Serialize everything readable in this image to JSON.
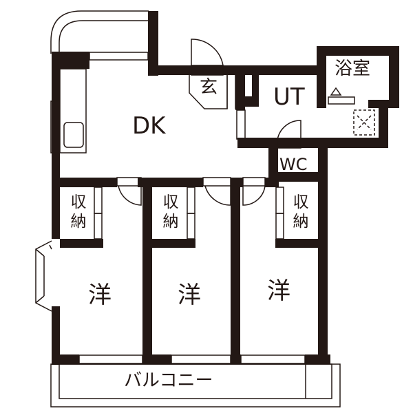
{
  "floor_plan": {
    "wall_color": "#231815",
    "background": "#ffffff",
    "rooms": [
      {
        "id": "dk",
        "label": "DK"
      },
      {
        "id": "genkan",
        "label": "玄"
      },
      {
        "id": "ut",
        "label": "UT"
      },
      {
        "id": "bath",
        "label": "浴室"
      },
      {
        "id": "wc",
        "label": "WC"
      },
      {
        "id": "western1",
        "label": "洋"
      },
      {
        "id": "western2",
        "label": "洋"
      },
      {
        "id": "western3",
        "label": "洋"
      },
      {
        "id": "balcony",
        "label": "バルコニー"
      }
    ],
    "storage": [
      {
        "id": "closet1",
        "label_top": "収",
        "label_bottom": "納"
      },
      {
        "id": "closet2",
        "label_top": "収",
        "label_bottom": "納"
      },
      {
        "id": "closet3",
        "label_top": "収",
        "label_bottom": "納"
      }
    ]
  }
}
